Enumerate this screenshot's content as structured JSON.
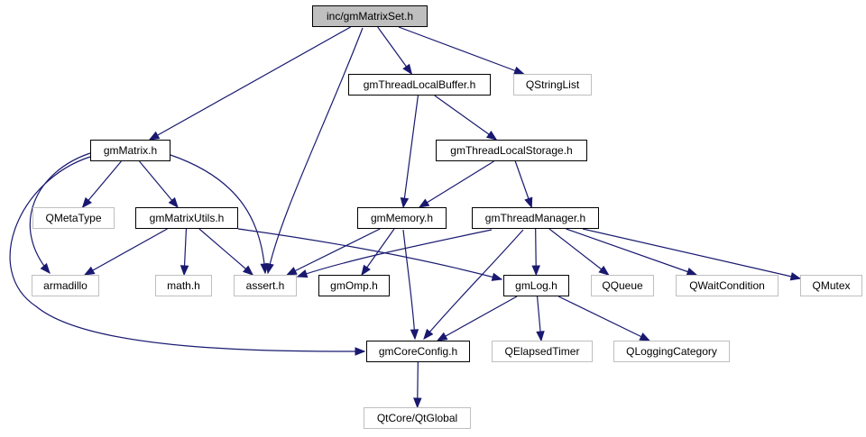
{
  "diagram": {
    "title": "inc/gmMatrixSet.h include dependency graph",
    "colors": {
      "edge": "#191970",
      "root_fill": "#bfbfbf",
      "local_border": "#000000",
      "external_border": "#bfbfbf"
    },
    "nodes": [
      {
        "id": "root",
        "label": "inc/gmMatrixSet.h",
        "kind": "root"
      },
      {
        "id": "gmThreadLocalBuffer",
        "label": "gmThreadLocalBuffer.h",
        "kind": "local"
      },
      {
        "id": "QStringList",
        "label": "QStringList",
        "kind": "external"
      },
      {
        "id": "gmMatrix",
        "label": "gmMatrix.h",
        "kind": "local"
      },
      {
        "id": "gmThreadLocalStorage",
        "label": "gmThreadLocalStorage.h",
        "kind": "local"
      },
      {
        "id": "QMetaType",
        "label": "QMetaType",
        "kind": "external"
      },
      {
        "id": "gmMatrixUtils",
        "label": "gmMatrixUtils.h",
        "kind": "local"
      },
      {
        "id": "gmMemory",
        "label": "gmMemory.h",
        "kind": "local"
      },
      {
        "id": "gmThreadManager",
        "label": "gmThreadManager.h",
        "kind": "local"
      },
      {
        "id": "armadillo",
        "label": "armadillo",
        "kind": "external"
      },
      {
        "id": "math",
        "label": "math.h",
        "kind": "external"
      },
      {
        "id": "assert",
        "label": "assert.h",
        "kind": "external"
      },
      {
        "id": "gmOmp",
        "label": "gmOmp.h",
        "kind": "local"
      },
      {
        "id": "gmLog",
        "label": "gmLog.h",
        "kind": "local"
      },
      {
        "id": "QQueue",
        "label": "QQueue",
        "kind": "external"
      },
      {
        "id": "QWaitCondition",
        "label": "QWaitCondition",
        "kind": "external"
      },
      {
        "id": "QMutex",
        "label": "QMutex",
        "kind": "external"
      },
      {
        "id": "gmCoreConfig",
        "label": "gmCoreConfig.h",
        "kind": "local"
      },
      {
        "id": "QElapsedTimer",
        "label": "QElapsedTimer",
        "kind": "external"
      },
      {
        "id": "QLoggingCategory",
        "label": "QLoggingCategory",
        "kind": "external"
      },
      {
        "id": "QtGlobal",
        "label": "QtCore/QtGlobal",
        "kind": "external"
      }
    ],
    "edges": [
      {
        "from": "root",
        "to": "gmMatrix"
      },
      {
        "from": "root",
        "to": "assert"
      },
      {
        "from": "root",
        "to": "gmThreadLocalBuffer"
      },
      {
        "from": "root",
        "to": "QStringList"
      },
      {
        "from": "gmThreadLocalBuffer",
        "to": "gmMemory"
      },
      {
        "from": "gmThreadLocalBuffer",
        "to": "gmThreadLocalStorage"
      },
      {
        "from": "gmMatrix",
        "to": "QMetaType"
      },
      {
        "from": "gmMatrix",
        "to": "gmMatrixUtils"
      },
      {
        "from": "gmMatrix",
        "to": "assert"
      },
      {
        "from": "gmMatrix",
        "to": "armadillo"
      },
      {
        "from": "gmMatrix",
        "to": "gmCoreConfig"
      },
      {
        "from": "gmThreadLocalStorage",
        "to": "gmMemory"
      },
      {
        "from": "gmThreadLocalStorage",
        "to": "gmThreadManager"
      },
      {
        "from": "gmMatrixUtils",
        "to": "armadillo"
      },
      {
        "from": "gmMatrixUtils",
        "to": "math"
      },
      {
        "from": "gmMatrixUtils",
        "to": "assert"
      },
      {
        "from": "gmMatrixUtils",
        "to": "gmLog"
      },
      {
        "from": "gmMemory",
        "to": "assert"
      },
      {
        "from": "gmMemory",
        "to": "gmOmp"
      },
      {
        "from": "gmMemory",
        "to": "gmCoreConfig"
      },
      {
        "from": "gmThreadManager",
        "to": "assert"
      },
      {
        "from": "gmThreadManager",
        "to": "gmCoreConfig"
      },
      {
        "from": "gmThreadManager",
        "to": "gmLog"
      },
      {
        "from": "gmThreadManager",
        "to": "QQueue"
      },
      {
        "from": "gmThreadManager",
        "to": "QWaitCondition"
      },
      {
        "from": "gmThreadManager",
        "to": "QMutex"
      },
      {
        "from": "gmLog",
        "to": "gmCoreConfig"
      },
      {
        "from": "gmLog",
        "to": "QElapsedTimer"
      },
      {
        "from": "gmLog",
        "to": "QLoggingCategory"
      },
      {
        "from": "gmCoreConfig",
        "to": "QtGlobal"
      }
    ]
  }
}
